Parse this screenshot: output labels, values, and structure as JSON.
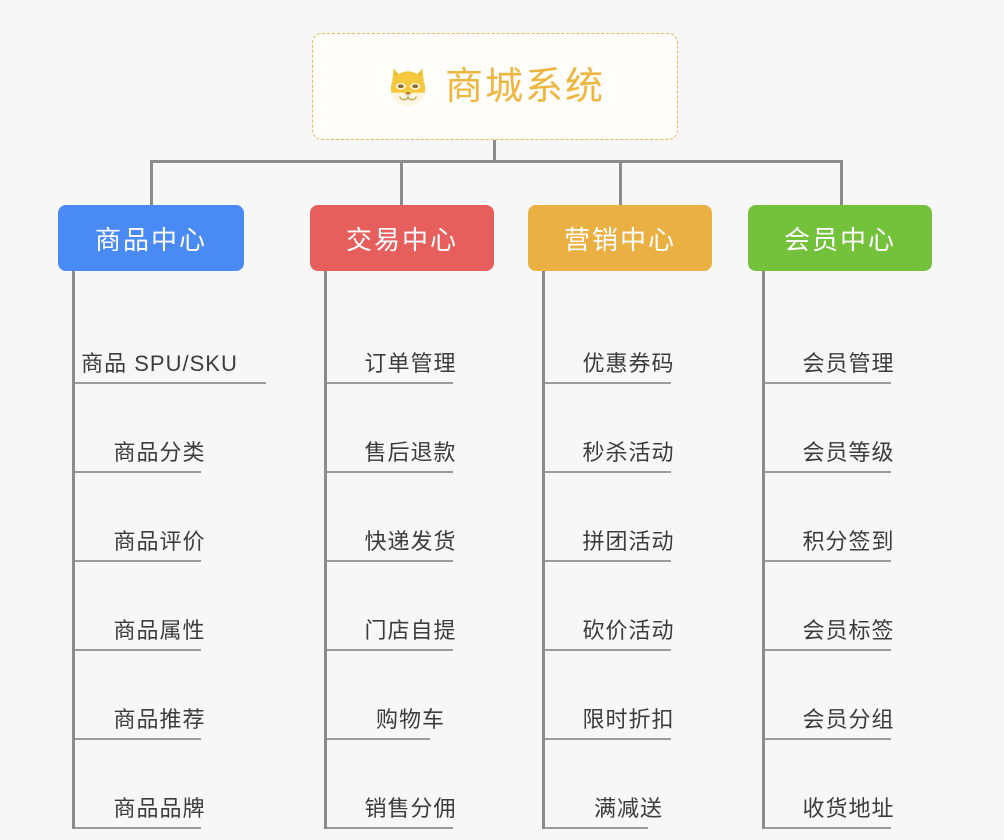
{
  "root": {
    "title": "商城系统",
    "icon": "shiba-dog-icon",
    "border_color": "#e9b558",
    "title_color": "#efb63f"
  },
  "connector_color": "#8c8c8c",
  "background_color": "#f7f7f7",
  "columns": [
    {
      "header": "商品中心",
      "color": "#4a8af4",
      "items": [
        "商品 SPU/SKU",
        "商品分类",
        "商品评价",
        "商品属性",
        "商品推荐",
        "商品品牌"
      ]
    },
    {
      "header": "交易中心",
      "color": "#e75f5c",
      "items": [
        "订单管理",
        "售后退款",
        "快递发货",
        "门店自提",
        "购物车",
        "销售分佣"
      ]
    },
    {
      "header": "营销中心",
      "color": "#eab043",
      "items": [
        "优惠券码",
        "秒杀活动",
        "拼团活动",
        "砍价活动",
        "限时折扣",
        "满减送"
      ]
    },
    {
      "header": "会员中心",
      "color": "#74c13c",
      "items": [
        "会员管理",
        "会员等级",
        "积分签到",
        "会员标签",
        "会员分组",
        "收货地址"
      ]
    }
  ]
}
